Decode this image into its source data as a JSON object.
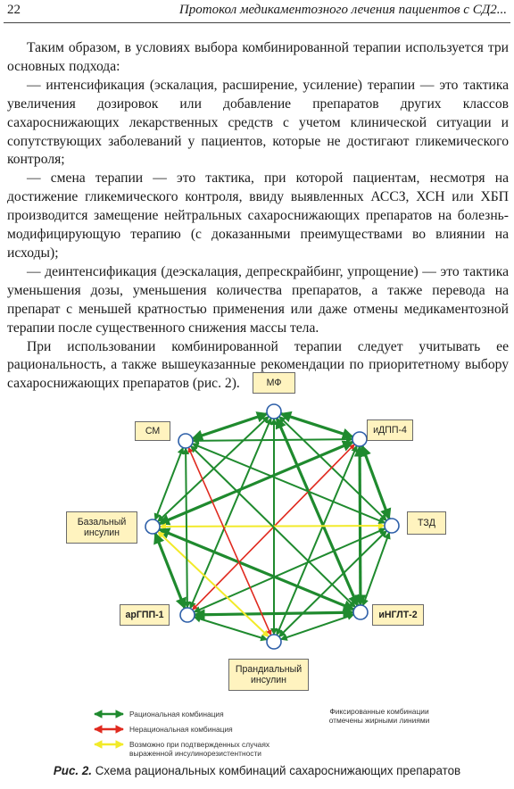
{
  "header": {
    "page_number": "22",
    "running_title": "Протокол медикаментозного лечения пациентов с СД2..."
  },
  "body": {
    "paragraphs": [
      "Таким образом, в условиях выбора комбинированной терапии используется три основных подхода:",
      "— интенсификация (эскалация, расширение, усиление) терапии — это тактика увеличения дозировок или добавление препаратов других классов сахароснижающих лекарственных средств с учетом клинической ситуации и сопутствующих заболеваний у пациентов, которые не достигают гликемического контроля;",
      "— смена терапии — это тактика, при которой пациентам, несмотря на достижение гликемического контроля, ввиду выявленных АССЗ, ХСН или ХБП производится замещение нейтральных сахароснижающих препаратов на болезнь-модифицирующую терапию (с доказанными преимуществами во влиянии на исходы);",
      "— деинтенсификация (деэскалация, депрескрайбинг, упрощение) — это тактика уменьшения дозы, уменьшения количества препаратов, а также перевода на препарат с меньшей кратностью применения или даже отмены медикаментозной терапии после существенного снижения массы тела.",
      "При использовании комбинированной терапии следует учитывать ее рациональность, а также вышеуказанные рекомендации по приоритетному выбору сахароснижающих препаратов (рис. 2)."
    ]
  },
  "figure": {
    "nodes": [
      {
        "id": "mf",
        "label": "МФ"
      },
      {
        "id": "idpp4",
        "label": "иДПП-4"
      },
      {
        "id": "tzd",
        "label": "ТЗД"
      },
      {
        "id": "ingl2",
        "label": "иНГЛТ-2"
      },
      {
        "id": "prandial",
        "label": "Прандиальный инсулин"
      },
      {
        "id": "argpp1",
        "label": "арГПП-1"
      },
      {
        "id": "basal",
        "label": "Базальный инсулин"
      },
      {
        "id": "sm",
        "label": "СМ"
      }
    ],
    "legend": {
      "rational": "Рациональная комбинация",
      "irrational": "Нерациональная комбинация",
      "possible": "Возможно при подтвержденных случаях выраженной инсулинорезистентности",
      "fixed_note": "Фиксированные комбинации отмечены жирными линиями"
    },
    "colors": {
      "rational": "#1f8a2e",
      "irrational": "#e02a1f",
      "possible": "#f2ea2a",
      "node_fill": "#fff3bf"
    },
    "caption_label": "Рис. 2.",
    "caption_text": "Схема рациональных комбинаций сахароснижающих препаратов"
  }
}
